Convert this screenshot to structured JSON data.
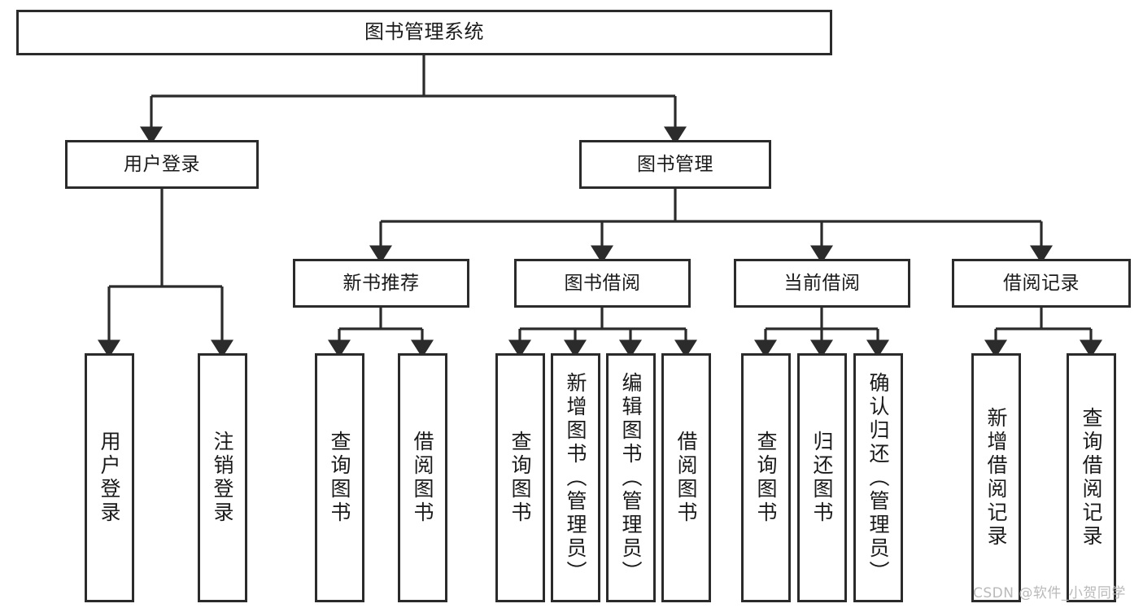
{
  "diagram": {
    "title": "图书管理系统",
    "watermark": "CSDN @软件_小贺同学",
    "colors": {
      "stroke": "#2b2b2b",
      "fill": "#ffffff",
      "text": "#1a1a1a",
      "watermark": "#b9b9b9"
    },
    "nodes": {
      "root": {
        "label": "图书管理系统"
      },
      "tier2": [
        {
          "label": "用户登录"
        },
        {
          "label": "图书管理"
        }
      ],
      "tier3": [
        {
          "label": "新书推荐"
        },
        {
          "label": "图书借阅"
        },
        {
          "label": "当前借阅"
        },
        {
          "label": "借阅记录"
        }
      ],
      "leaves": {
        "user_login": [
          {
            "label": "用户登录"
          },
          {
            "label": "注销登录"
          }
        ],
        "new_book": [
          {
            "label": "查询图书"
          },
          {
            "label": "借阅图书"
          }
        ],
        "book_borrow": [
          {
            "label": "查询图书"
          },
          {
            "label": "新增图书（管理员）"
          },
          {
            "label": "编辑图书（管理员）"
          },
          {
            "label": "借阅图书"
          }
        ],
        "current_borrow": [
          {
            "label": "查询图书"
          },
          {
            "label": "归还图书"
          },
          {
            "label": "确认归还（管理员）"
          }
        ],
        "borrow_record": [
          {
            "label": "新增借阅记录"
          },
          {
            "label": "查询借阅记录"
          }
        ]
      }
    }
  }
}
